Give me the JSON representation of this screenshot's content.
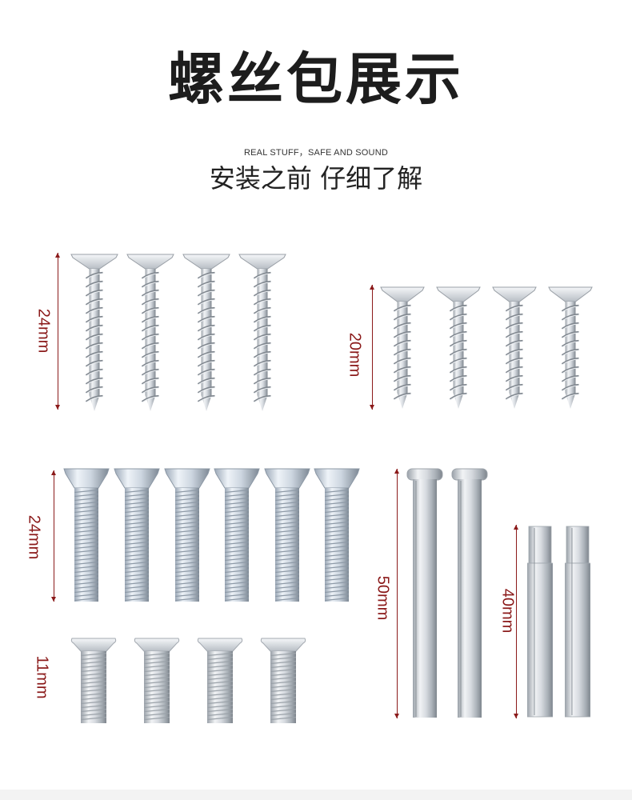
{
  "header": {
    "title": "螺丝包展示",
    "english_tagline": "REAL STUFF，SAFE AND SOUND",
    "subtitle": "安装之前 仔细了解"
  },
  "groups": [
    {
      "name": "tapping-screws-24",
      "label": "24mm",
      "count": 4,
      "kind": "wood-screw"
    },
    {
      "name": "tapping-screws-20",
      "label": "20mm",
      "count": 4,
      "kind": "wood-screw"
    },
    {
      "name": "machine-screws-24",
      "label": "24mm",
      "count": 6,
      "kind": "machine-screw"
    },
    {
      "name": "machine-screws-11",
      "label": "11mm",
      "count": 4,
      "kind": "short-screw"
    },
    {
      "name": "sleeve-rods-50",
      "label": "50mm",
      "count": 2,
      "kind": "rod-capped"
    },
    {
      "name": "sleeve-tubes-40",
      "label": "40mm",
      "count": 2,
      "kind": "tube"
    }
  ],
  "colors": {
    "measure": "#8b1a1a",
    "metal_light": "#f4f6f8",
    "metal_mid": "#c9ced4",
    "metal_dark": "#8f969e"
  }
}
